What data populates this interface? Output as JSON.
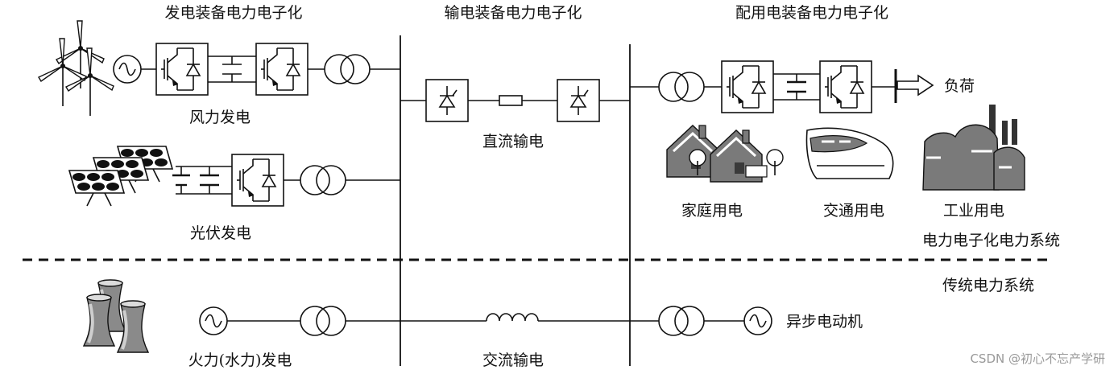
{
  "headers": {
    "generation": "发电装备电力电子化",
    "transmission": "输电装备电力电子化",
    "distribution": "配用电装备电力电子化"
  },
  "labels": {
    "wind": "风力发电",
    "pv": "光伏发电",
    "dc_transmission": "直流输电",
    "load": "负荷",
    "household": "家庭用电",
    "traffic": "交通用电",
    "industry": "工业用电",
    "pe_system": "电力电子化电力系统",
    "traditional_system": "传统电力系统",
    "thermal": "火力(水力)发电",
    "ac_transmission": "交流输电",
    "async_motor": "异步电动机"
  },
  "watermark": "CSDN @初心不忘产学研",
  "colors": {
    "line": "#111111",
    "fill_gray": "#7a7a7a",
    "dark_gray": "#4a4a4a",
    "watermark": "#9a9a9a"
  }
}
